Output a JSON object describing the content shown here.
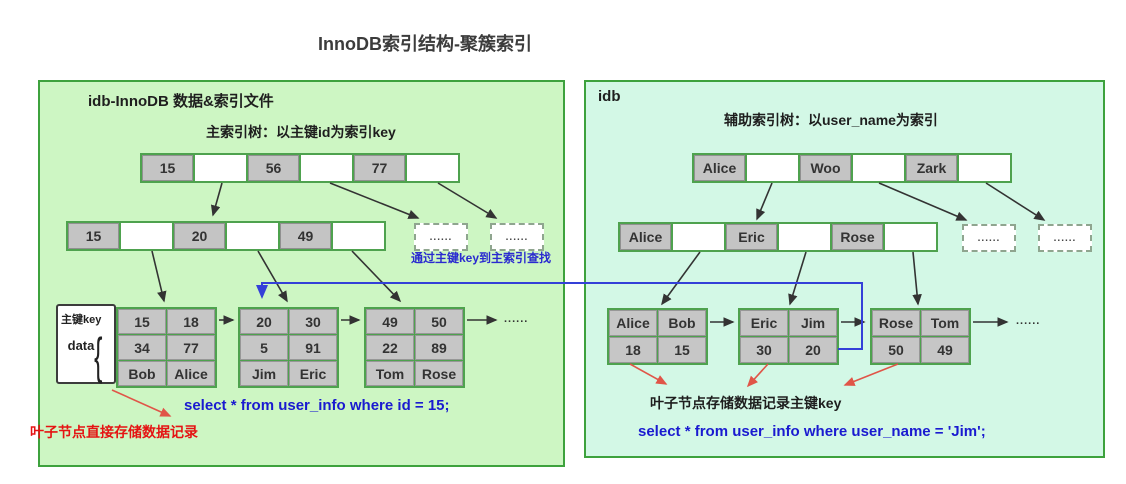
{
  "title": "InnoDB索引结构-聚簇索引",
  "colors": {
    "panel_left_bg": "#cdf6c3",
    "panel_right_bg": "#d3f8e6",
    "panel_border": "#3da23d",
    "cell_gray": "#c4c4c4",
    "grid_border": "#4ea24e",
    "sql_blue": "#1a1ad0",
    "note_red": "#e51313",
    "connector_blue": "#3440d8",
    "arrow_black": "#333333",
    "arrow_red": "#e05548"
  },
  "left": {
    "header": "idb-InnoDB 数据&索引文件",
    "subtitle": "主索引树：以主键id为索引key",
    "root": {
      "cells": [
        "15",
        "",
        "56",
        "",
        "77",
        ""
      ]
    },
    "level2": {
      "cells": [
        "15",
        "",
        "20",
        "",
        "49",
        ""
      ]
    },
    "dashed": [
      "......",
      "......"
    ],
    "blue_note": "通过主键key到主索引查找",
    "leaf_labels": {
      "key": "主键key",
      "data": "data"
    },
    "leaves": [
      {
        "rows": [
          [
            "15",
            "18"
          ],
          [
            "34",
            "77"
          ],
          [
            "Bob",
            "Alice"
          ]
        ]
      },
      {
        "rows": [
          [
            "20",
            "30"
          ],
          [
            "5",
            "91"
          ],
          [
            "Jim",
            "Eric"
          ]
        ]
      },
      {
        "rows": [
          [
            "49",
            "50"
          ],
          [
            "22",
            "89"
          ],
          [
            "Tom",
            "Rose"
          ]
        ]
      }
    ],
    "ellipsis": "......",
    "sql": "select  * from user_info  where id = 15;",
    "red_note": "叶子节点直接存储数据记录"
  },
  "right": {
    "header": "idb",
    "subtitle": "辅助索引树：以user_name为索引",
    "root": {
      "cells": [
        "Alice",
        "",
        "Woo",
        "",
        "Zark",
        ""
      ]
    },
    "level2": {
      "cells": [
        "Alice",
        "",
        "Eric",
        "",
        "Rose",
        ""
      ]
    },
    "dashed": [
      "......",
      "......"
    ],
    "leaves": [
      {
        "rows": [
          [
            "Alice",
            "Bob"
          ],
          [
            "18",
            "15"
          ]
        ]
      },
      {
        "rows": [
          [
            "Eric",
            "Jim"
          ],
          [
            "30",
            "20"
          ]
        ]
      },
      {
        "rows": [
          [
            "Rose",
            "Tom"
          ],
          [
            "50",
            "49"
          ]
        ]
      }
    ],
    "ellipsis": "......",
    "black_note": "叶子节点存储数据记录主键key",
    "sql": "select  * from user_info  where user_name = 'Jim';"
  }
}
